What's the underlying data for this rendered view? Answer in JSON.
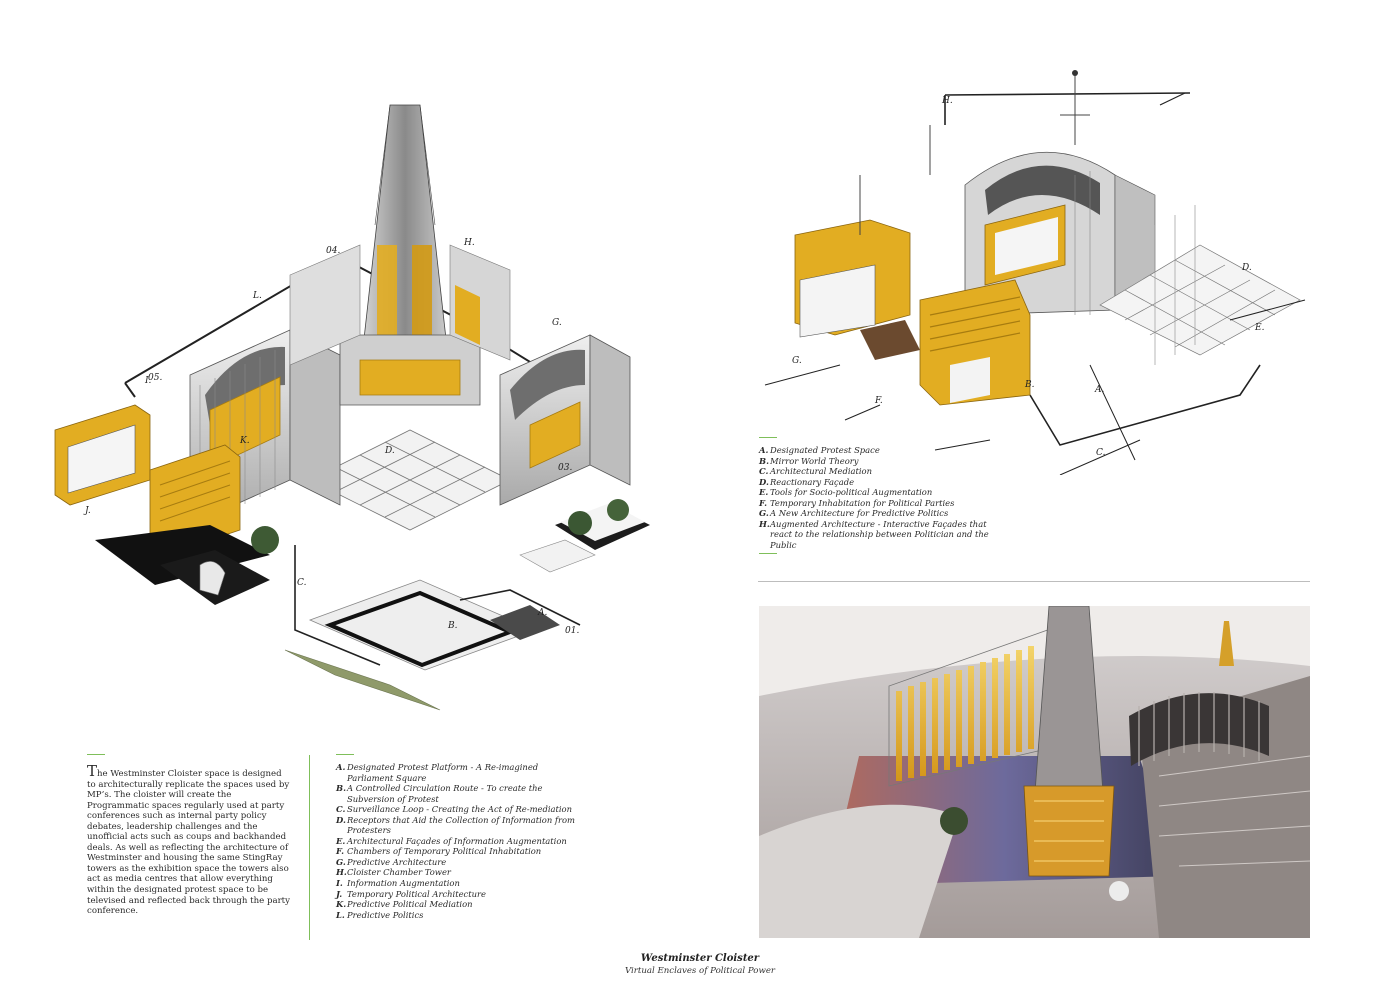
{
  "intro": {
    "dropcap": "T",
    "text": "he Westminster Cloister space is designed to architecturally replicate the spaces used by MP’s. The cloister will create the Programmatic spaces regularly used at party conferences such as internal party policy debates, leadership challenges and the unofficial acts such as coups and backhanded deals. As well as reflecting the architecture of Westminster and housing the same StingRay towers as the exhibition space the towers also act as media centres that allow everything within the designated protest space to be televised and reflected back through the party conference."
  },
  "legend_main": [
    {
      "key": "A.",
      "text": "Designated Protest Platform - A Re-imagined Parliament Square"
    },
    {
      "key": "B.",
      "text": "A Controlled Circulation Route - To create the Subversion of Protest"
    },
    {
      "key": "C.",
      "text": "Surveillance Loop - Creating the Act of Re-mediation"
    },
    {
      "key": "D.",
      "text": "Receptors that Aid the Collection of Information from Protesters"
    },
    {
      "key": "E.",
      "text": "Architectural Façades of Information Augmentation"
    },
    {
      "key": "F.",
      "text": "Chambers of Temporary Political Inhabitation"
    },
    {
      "key": "G.",
      "text": "Predictive Architecture"
    },
    {
      "key": "H.",
      "text": "Cloister Chamber Tower"
    },
    {
      "key": "I.",
      "text": "Information Augmentation"
    },
    {
      "key": "J.",
      "text": "Temporary Political Architecture"
    },
    {
      "key": "K.",
      "text": "Predictive Political Mediation"
    },
    {
      "key": "L.",
      "text": "Predictive Politics"
    }
  ],
  "legend_detail": [
    {
      "key": "A.",
      "text": "Designated Protest Space"
    },
    {
      "key": "B.",
      "text": "Mirror World Theory"
    },
    {
      "key": "C.",
      "text": "Architectural Mediation"
    },
    {
      "key": "D.",
      "text": "Reactionary Façade"
    },
    {
      "key": "E.",
      "text": "Tools for Socio-political Augmentation"
    },
    {
      "key": "F.",
      "text": "Temporary Inhabitation for Political Parties"
    },
    {
      "key": "G.",
      "text": "A New Architecture for Predictive Politics"
    },
    {
      "key": "H.",
      "text": "Augmented Architecture - Interactive Façades that react to the relationship between Politician and the Public"
    }
  ],
  "drawing_labels": {
    "main": {
      "n01": "01.",
      "n04": "04.",
      "n05": "05.",
      "n03": "03.",
      "A": "A.",
      "B": "B.",
      "C": "C.",
      "D": "D.",
      "G": "G.",
      "H": "H.",
      "I": "I.",
      "J": "J.",
      "K": "K.",
      "L": "L."
    },
    "detail": {
      "A": "A.",
      "B": "B.",
      "C": "C.",
      "D": "D.",
      "E": "E.",
      "F": "F.",
      "G": "G.",
      "H": "H."
    }
  },
  "footer": {
    "title": "Westminster Cloister",
    "subtitle": "Virtual Enclaves of Political Power"
  },
  "colors": {
    "accent_yellow": "#e2ad22",
    "rule_green": "#7fbf5a",
    "linework": "#222222",
    "grey_structure": "#9a9a9a"
  }
}
